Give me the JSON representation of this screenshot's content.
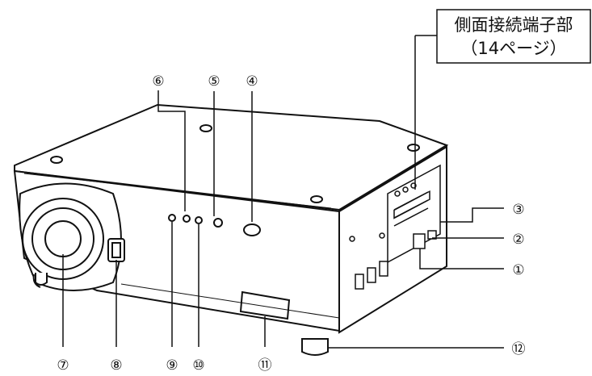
{
  "side_panel_box": {
    "line1": "側面接続端子部",
    "line2": "（14ページ）"
  },
  "callouts": [
    {
      "id": "c1",
      "label": "①"
    },
    {
      "id": "c2",
      "label": "②"
    },
    {
      "id": "c3",
      "label": "③"
    },
    {
      "id": "c4",
      "label": "④"
    },
    {
      "id": "c5",
      "label": "⑤"
    },
    {
      "id": "c6",
      "label": "⑥"
    },
    {
      "id": "c7",
      "label": "⑦"
    },
    {
      "id": "c8",
      "label": "⑧"
    },
    {
      "id": "c9",
      "label": "⑨"
    },
    {
      "id": "c10",
      "label": "⑩"
    },
    {
      "id": "c11",
      "label": "⑪"
    },
    {
      "id": "c12",
      "label": "⑫"
    }
  ]
}
